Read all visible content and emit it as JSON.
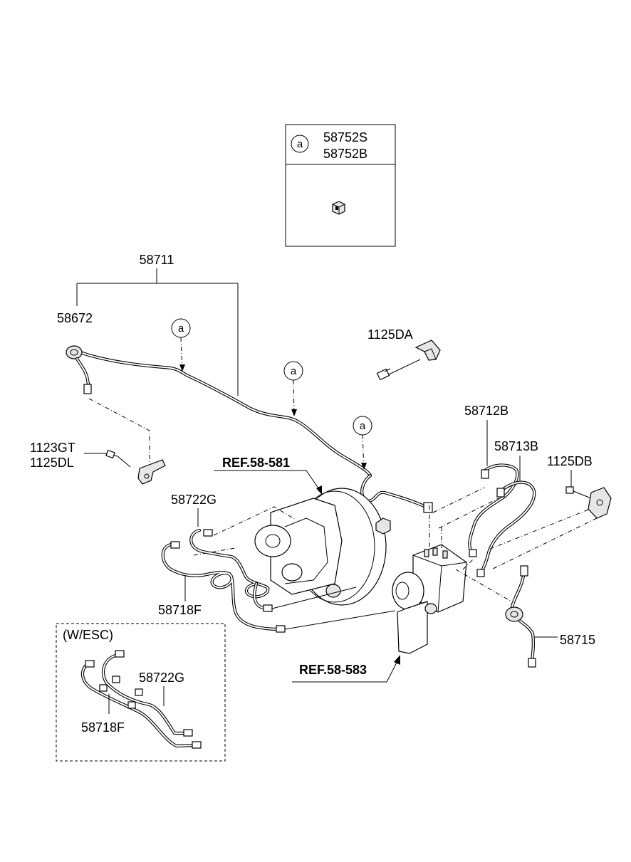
{
  "legend_box": {
    "symbol": "a",
    "part_numbers": [
      "58752S",
      "58752B"
    ]
  },
  "callouts": {
    "marker": "a",
    "p_58711": "58711",
    "p_58672": "58672",
    "p_1123GT": "1123GT",
    "p_1125DL": "1125DL",
    "p_1125DA": "1125DA",
    "p_58712B": "58712B",
    "p_58713B": "58713B",
    "p_1125DB": "1125DB",
    "p_58722G": "58722G",
    "p_58718F": "58718F",
    "p_58715": "58715",
    "ref_58_581": "REF.58-581",
    "ref_58_583": "REF.58-583"
  },
  "esc_box": {
    "title": "(W/ESC)",
    "p_58722G": "58722G",
    "p_58718F": "58718F"
  }
}
